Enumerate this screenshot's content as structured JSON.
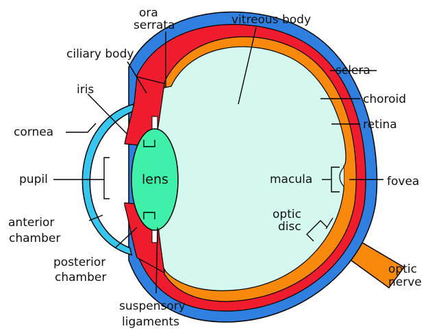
{
  "colors": {
    "sclera": "#2f7fe0",
    "choroid": "#ee1c2c",
    "retina": "#f8890d",
    "vitreous": "#d4f8ef",
    "cornea": "#37c6ee",
    "lens": "#3ff0a8",
    "ciliary": "#ee1c2c",
    "line": "#000000"
  },
  "labels": {
    "ora_serrata_1": "ora",
    "ora_serrata_2": "serrata",
    "vitreous_body": "vitreous body",
    "ciliary_body": "ciliary body",
    "sclera": "sclera",
    "iris": "iris",
    "choroid": "choroid",
    "cornea": "cornea",
    "retina": "retina",
    "pupil": "pupil",
    "lens": "lens",
    "macula": "macula",
    "fovea": "fovea",
    "optic_disc_1": "optic",
    "optic_disc_2": "disc",
    "anterior_chamber_1": "anterior",
    "anterior_chamber_2": "chamber",
    "posterior_chamber_1": "posterior",
    "posterior_chamber_2": "chamber",
    "optic_nerve_1": "optic",
    "optic_nerve_2": "nerve",
    "suspensory_1": "suspensory",
    "suspensory_2": "ligaments"
  }
}
